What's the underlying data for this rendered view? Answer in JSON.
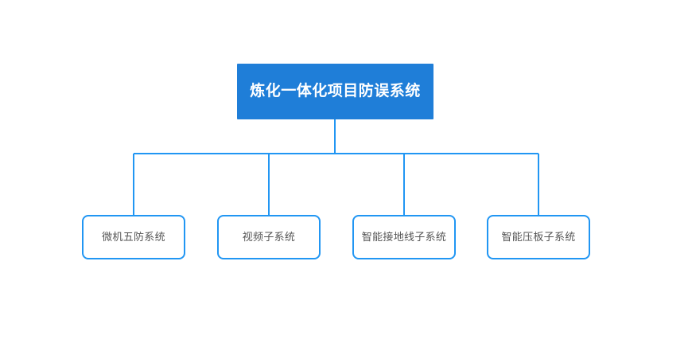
{
  "diagram": {
    "type": "org-chart",
    "background_color": "#ffffff",
    "root": {
      "label": "炼化一体化项目防误系统",
      "fill_color": "#1f7ed8",
      "text_color": "#ffffff"
    },
    "connector": {
      "line_color": "#2196f3",
      "line_width": 2
    },
    "children": [
      {
        "label": "微机五防系统",
        "border_color": "#2196f3",
        "fill_color": "#ffffff",
        "text_color": "#555555"
      },
      {
        "label": "视频子系统",
        "border_color": "#2196f3",
        "fill_color": "#ffffff",
        "text_color": "#555555"
      },
      {
        "label": "智能接地线子系统",
        "border_color": "#2196f3",
        "fill_color": "#ffffff",
        "text_color": "#555555"
      },
      {
        "label": "智能压板子系统",
        "border_color": "#2196f3",
        "fill_color": "#ffffff",
        "text_color": "#555555"
      }
    ]
  }
}
